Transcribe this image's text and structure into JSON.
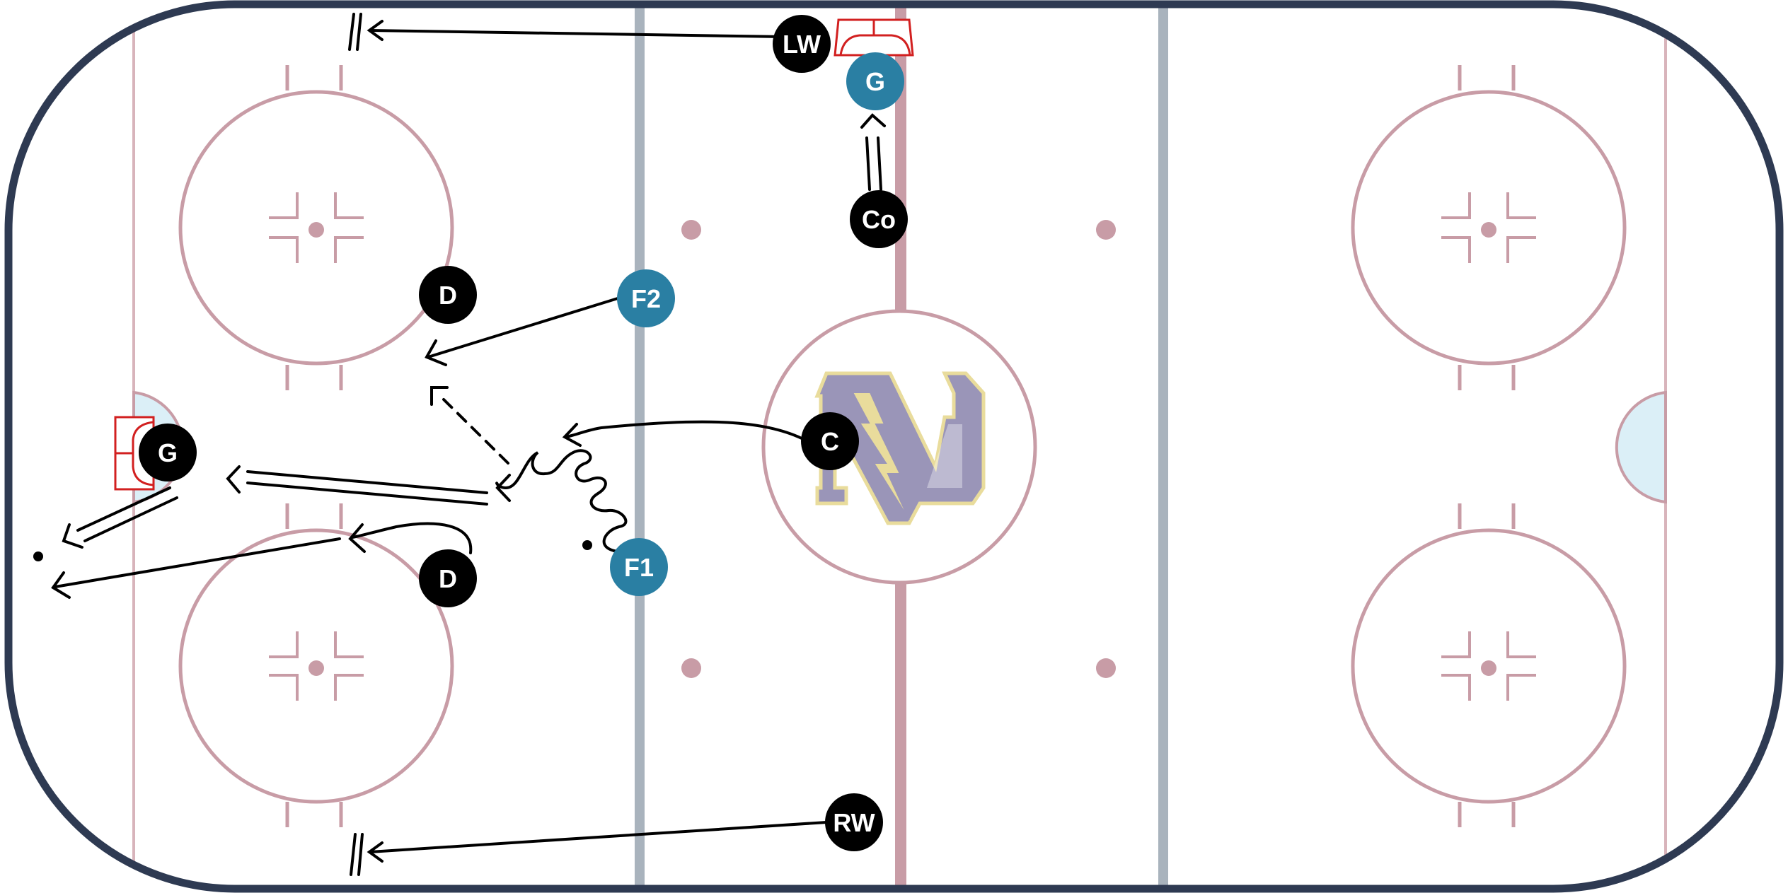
{
  "colors": {
    "board": "#2e3a52",
    "rink_line": "#c89ca6",
    "blue_line": "#a9b3bd",
    "crease": "#dbeff7",
    "net": "#d22020",
    "player_black": "#000000",
    "player_teal": "#2a7fa3",
    "logo_purple": "#9a95b8",
    "logo_gold": "#e9dc9c"
  },
  "logo": {
    "text": "ND",
    "icon": "lightning-bolt-icon"
  },
  "players": [
    {
      "id": "lw",
      "label": "LW",
      "color": "black"
    },
    {
      "id": "g-top",
      "label": "G",
      "color": "teal"
    },
    {
      "id": "co",
      "label": "Co",
      "color": "black"
    },
    {
      "id": "d-top",
      "label": "D",
      "color": "black"
    },
    {
      "id": "f2",
      "label": "F2",
      "color": "teal"
    },
    {
      "id": "c",
      "label": "C",
      "color": "black"
    },
    {
      "id": "g-left",
      "label": "G",
      "color": "black"
    },
    {
      "id": "f1",
      "label": "F1",
      "color": "teal"
    },
    {
      "id": "d-bottom",
      "label": "D",
      "color": "black"
    },
    {
      "id": "rw",
      "label": "RW",
      "color": "black"
    }
  ]
}
